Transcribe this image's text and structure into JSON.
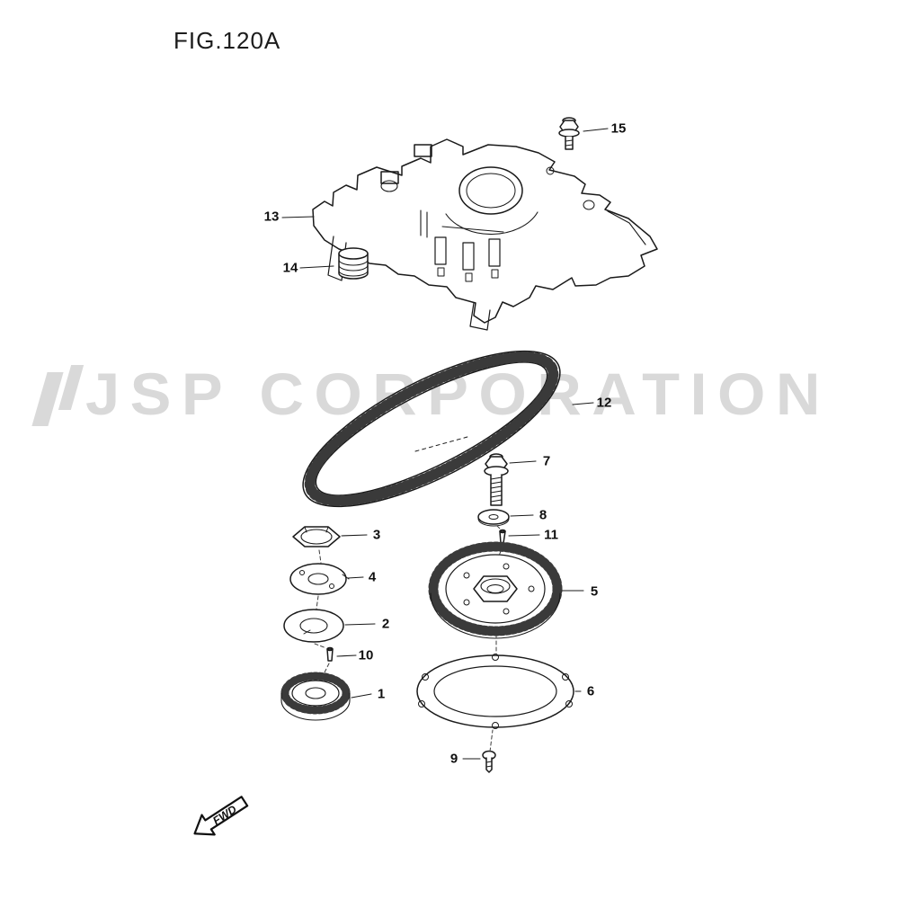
{
  "title": "FIG.120A",
  "watermark_text": "JSP CORPORATION",
  "fwd_label": "FWD",
  "part_labels": [
    "1",
    "2",
    "3",
    "4",
    "5",
    "6",
    "7",
    "8",
    "9",
    "10",
    "11",
    "12",
    "13",
    "14",
    "15"
  ]
}
